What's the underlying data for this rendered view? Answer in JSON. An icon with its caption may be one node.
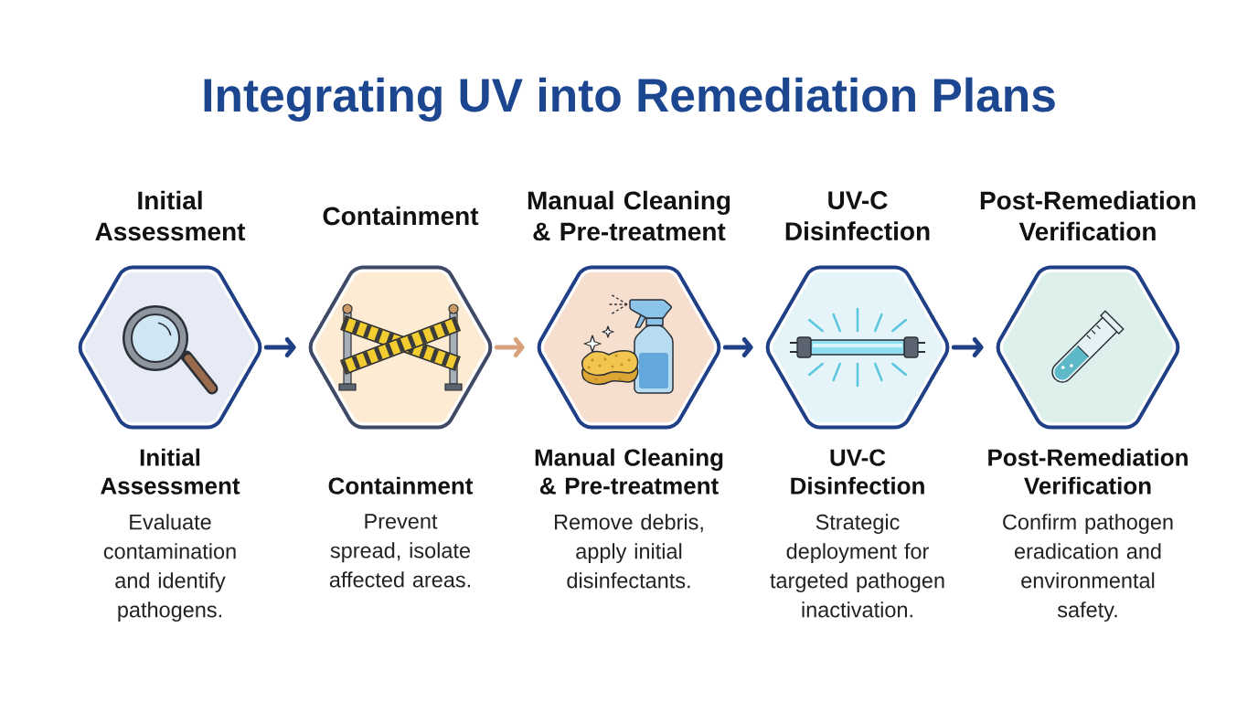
{
  "diagram": {
    "title": "Integrating UV into Remediation Plans",
    "nodes": [
      {
        "text": [
          "Initial Assessment"
        ],
        "beside": [
          "Initial Assessment",
          "Evaluate contamination and identify pathogens."
        ]
      },
      {
        "text": [
          "Containment"
        ],
        "beside": [
          "Containment",
          "Prevent spread, isolate affected areas."
        ]
      },
      {
        "text": [
          "Manual Cleaning & Pre-treatment"
        ],
        "beside": [
          "Manual Cleaning & Pre-treatment",
          "Remove debris, apply initial disinfectants."
        ]
      },
      {
        "text": [
          "UV-C Disinfection"
        ],
        "beside": [
          "UV-C Disinfection",
          "Strategic deployment for targeted pathogen inactivation."
        ]
      },
      {
        "text": [
          "Post-Remediation Verification"
        ],
        "beside": [
          "Post-Remediation Verification",
          "Confirm pathogen eradication and environmental safety."
        ]
      }
    ],
    "edges": [
      {
        "from": 0,
        "to": 1,
        "arrow": "to"
      },
      {
        "from": 1,
        "to": 2,
        "arrow": "to",
        "color": "#d9a07c"
      },
      {
        "from": 2,
        "to": 3,
        "arrow": "to"
      },
      {
        "from": 3,
        "to": 4,
        "arrow": "to"
      }
    ]
  }
}
